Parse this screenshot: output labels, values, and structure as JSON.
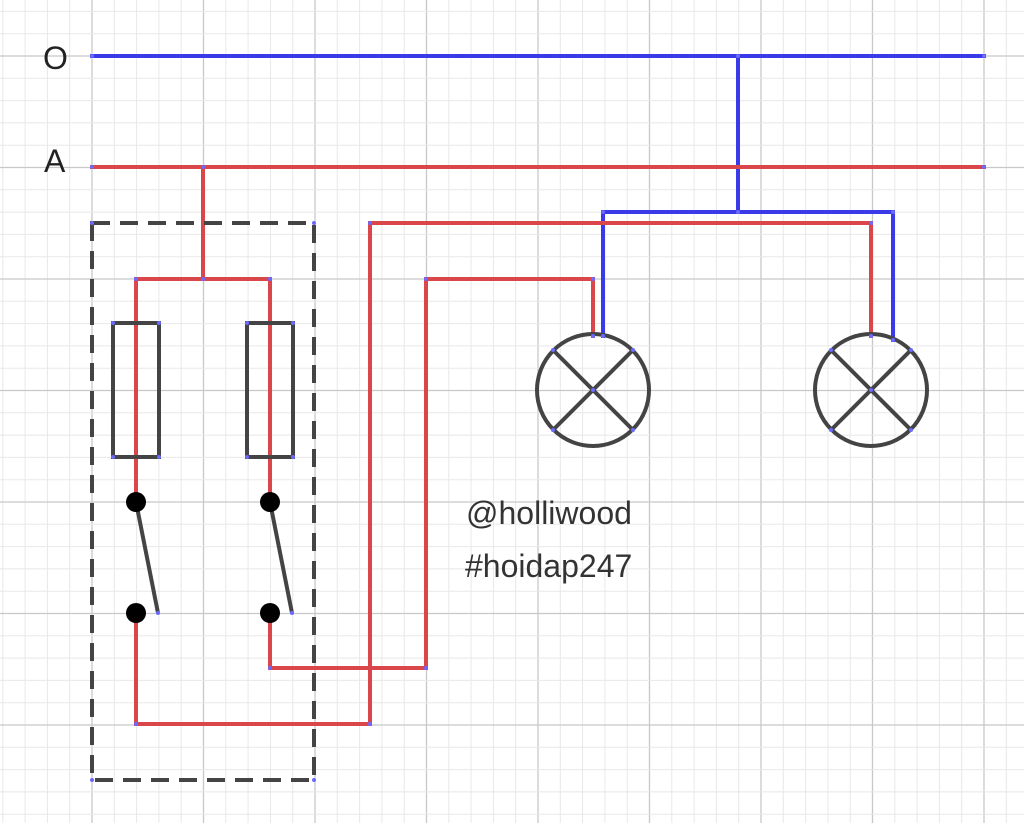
{
  "line_labels": {
    "neutral": "O",
    "phase": "A"
  },
  "watermark": {
    "handle": "@holliwood",
    "tag": "#hoidap247"
  },
  "colors": {
    "background": "#ffffff",
    "grid_minor": "#e8e8e8",
    "grid_major": "#c8c8c8",
    "neutral_wire": "#3a3ae8",
    "phase_wire": "#d9474b",
    "component": "#444444",
    "terminal": "#000000",
    "vertex": "#6a6aff"
  },
  "components": {
    "switchboard": "dashed-box",
    "fuses": [
      "fuse-1",
      "fuse-2"
    ],
    "switches": [
      "switch-1",
      "switch-2"
    ],
    "lamps": [
      "lamp-1",
      "lamp-2"
    ]
  }
}
